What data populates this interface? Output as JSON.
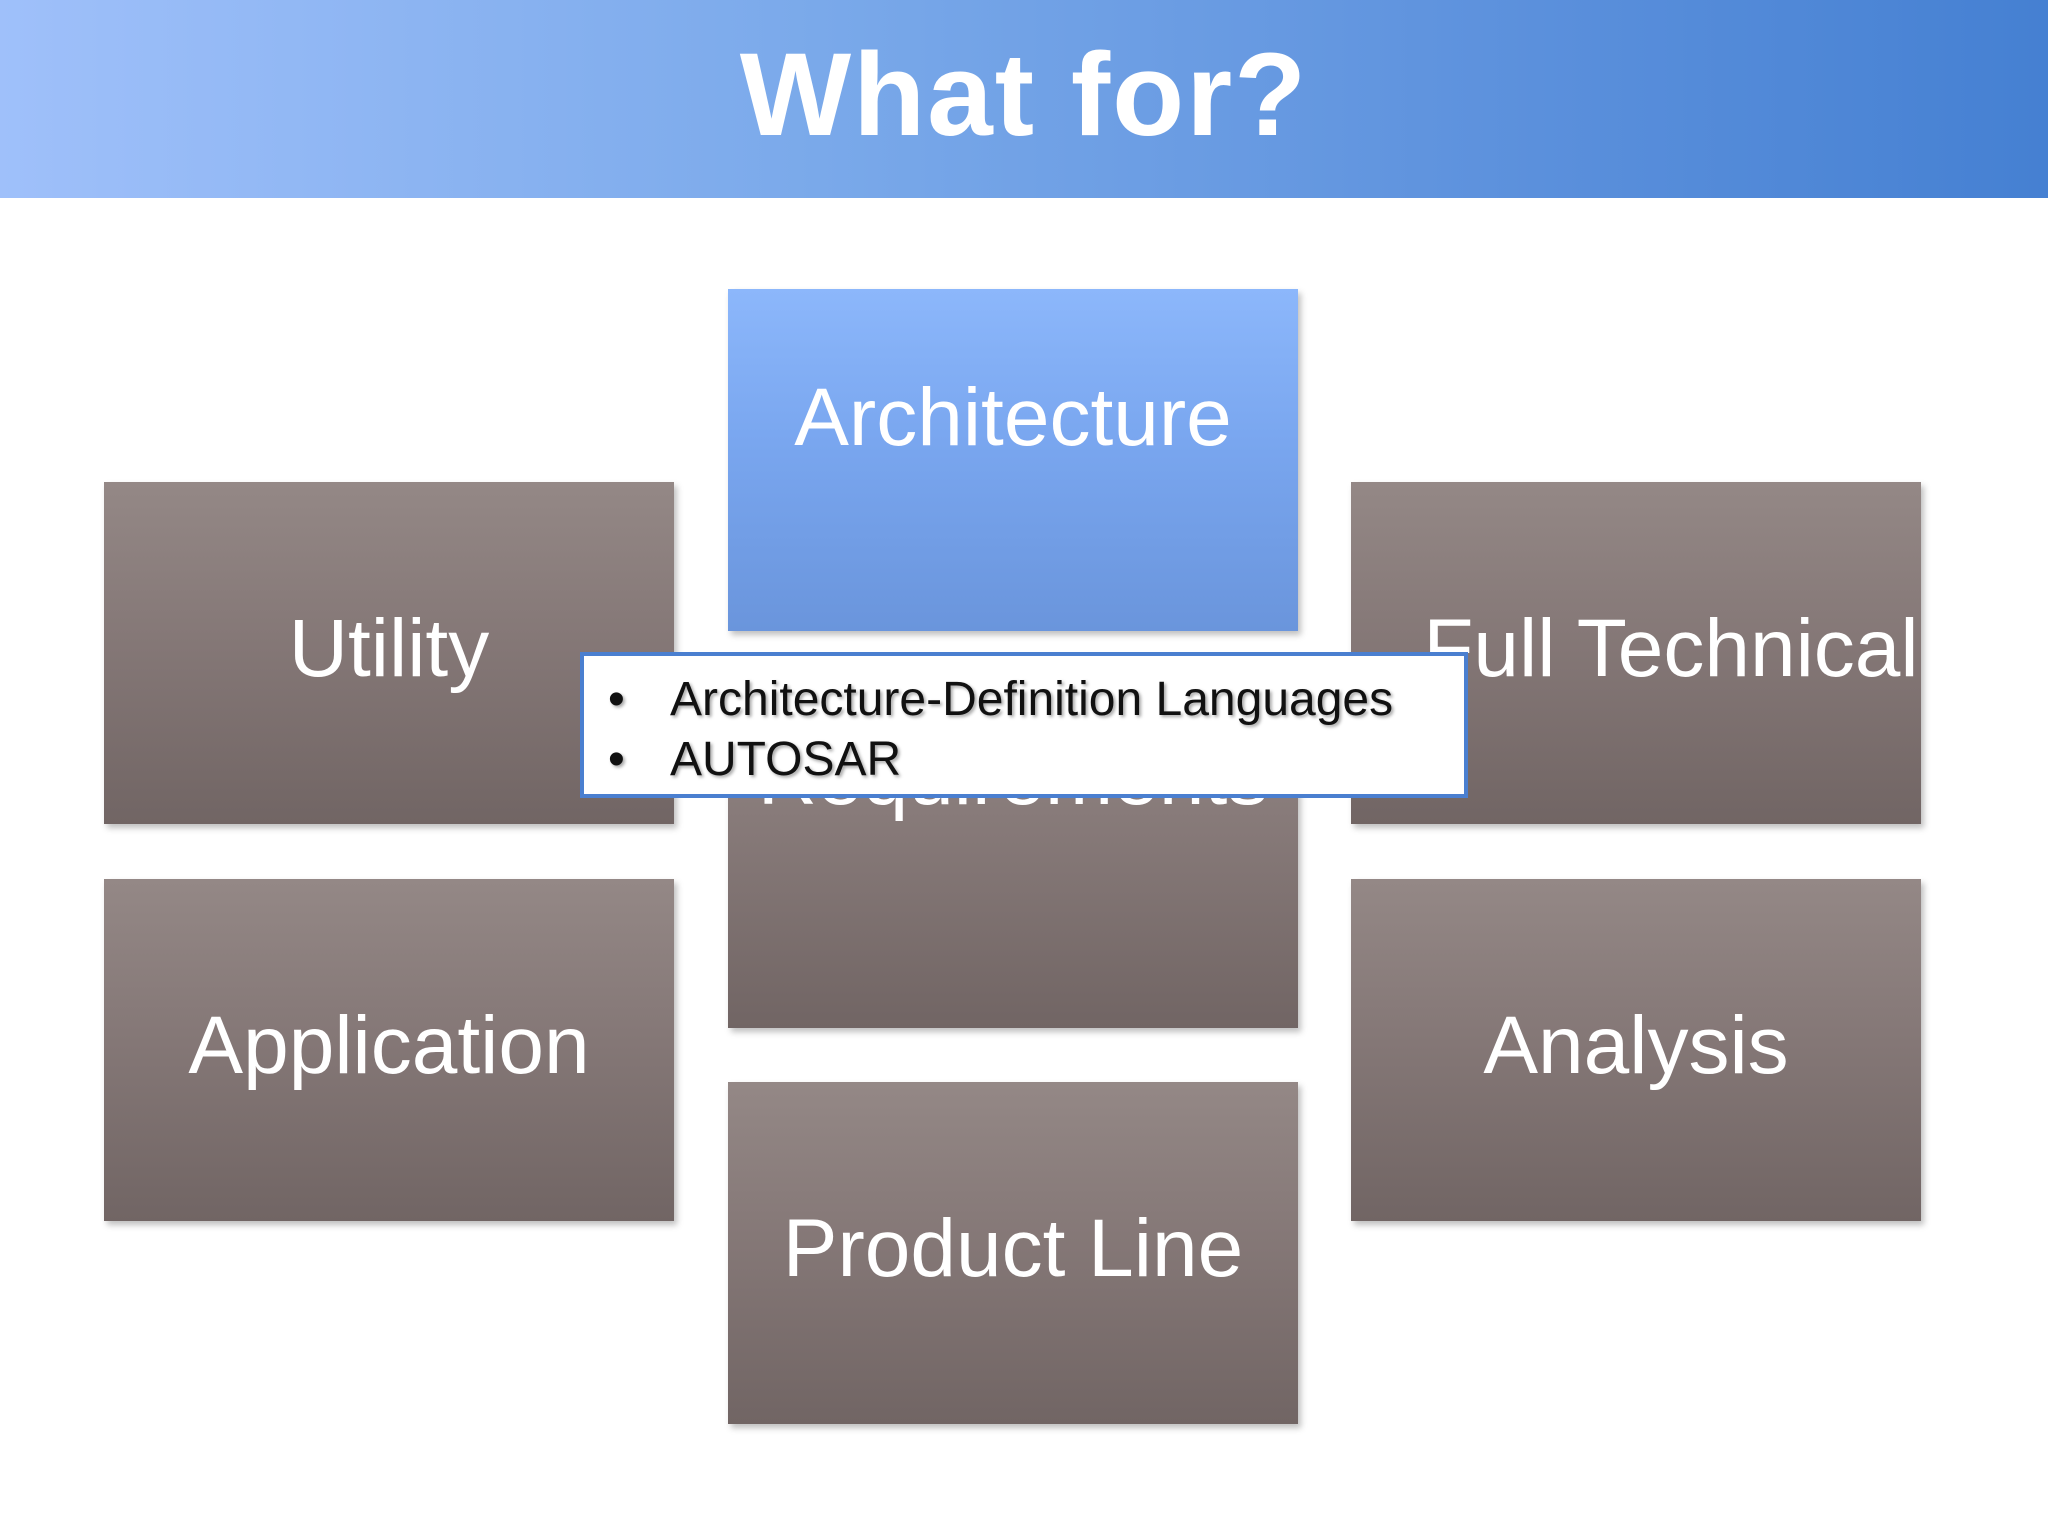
{
  "title": "What for?",
  "boxes": {
    "utility": "Utility",
    "application": "Application",
    "architecture": "Architecture",
    "requirements": "Requirements",
    "product_line": "Product Line",
    "full_technical": "Full Technical",
    "analysis": "Analysis"
  },
  "popup": {
    "items": [
      "Architecture-Definition Languages",
      "AUTOSAR"
    ],
    "bullet": "•"
  },
  "colors": {
    "title_bar_start": "#9fc0fa",
    "title_bar_end": "#4580d2",
    "highlight_box": "#79a6ef",
    "box": "#857877",
    "popup_border": "#4a7fd0"
  }
}
